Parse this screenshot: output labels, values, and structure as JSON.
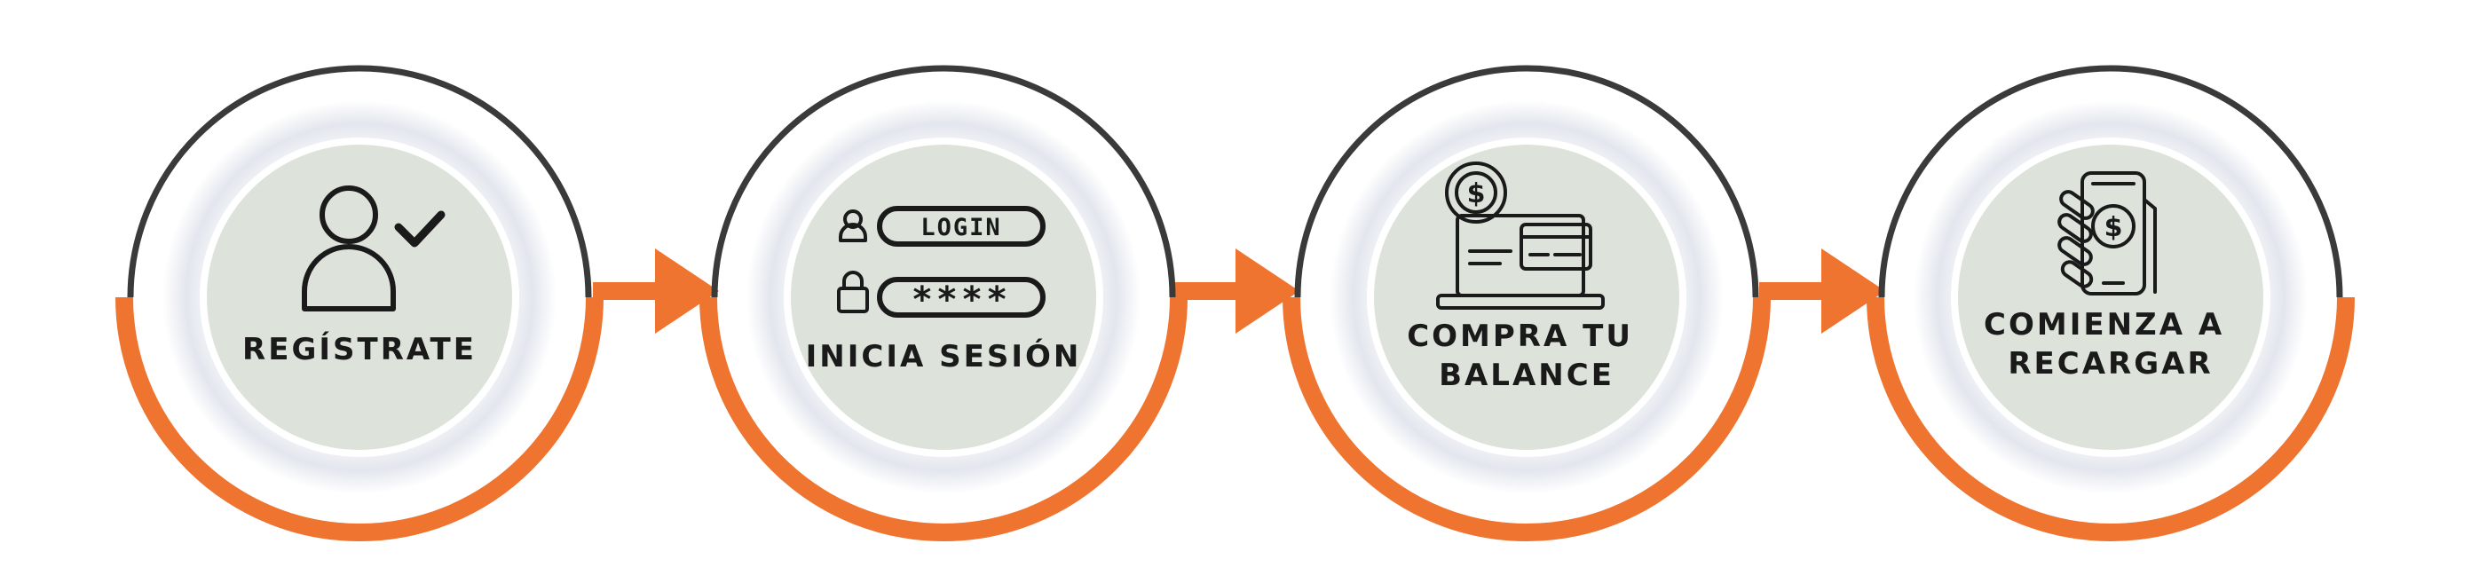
{
  "steps": [
    {
      "label_lines": [
        "REGÍSTRATE"
      ],
      "icon": "user-check-icon"
    },
    {
      "label_lines": [
        "INICIA SESIÓN"
      ],
      "icon": "login-form-icon",
      "login_text": "LOGIN",
      "password_text": "****"
    },
    {
      "label_lines": [
        "COMPRA TU",
        "BALANCE"
      ],
      "icon": "laptop-payment-icon",
      "currency_symbol": "$"
    },
    {
      "label_lines": [
        "COMIENZA A",
        "RECARGAR"
      ],
      "icon": "phone-recharge-icon",
      "currency_symbol": "$"
    }
  ],
  "colors": {
    "accent": "#EE7430",
    "outline": "#3a3a3a",
    "inner_fill": "#DDE2DA",
    "glow": "#E4E6EE",
    "text": "#1a1a1a"
  }
}
